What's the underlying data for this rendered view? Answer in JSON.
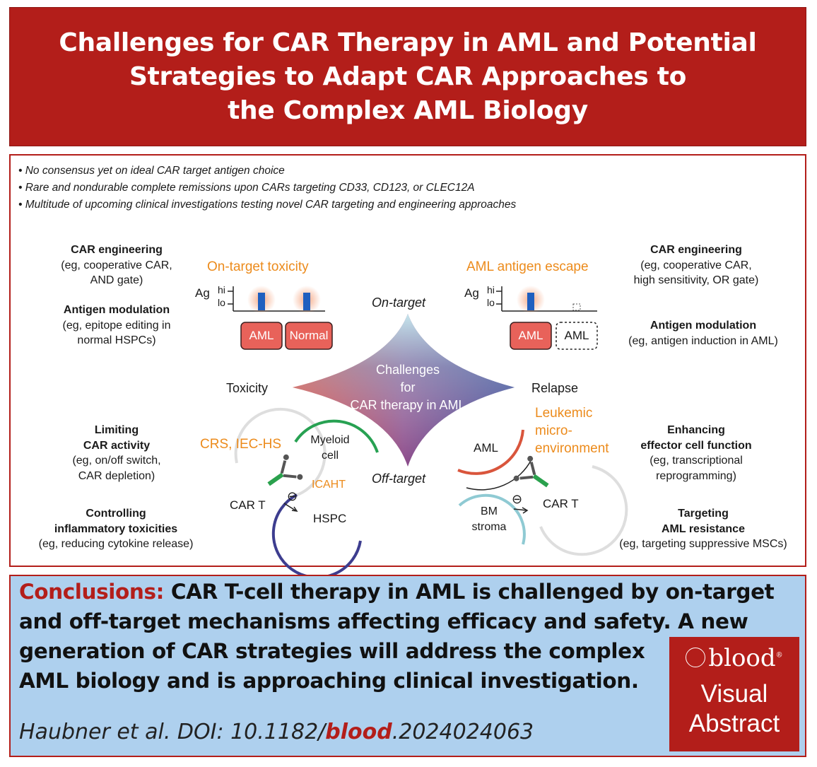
{
  "title": {
    "line1": "Challenges for CAR Therapy in AML and Potential",
    "line2": "Strategies to Adapt CAR Approaches to",
    "line3": "the Complex AML Biology"
  },
  "bullets": [
    "No consensus yet on ideal CAR target antigen choice",
    "Rare and nondurable complete remissions upon CARs targeting CD33, CD123, or CLEC12A",
    "Multitude of upcoming clinical investigations testing novel CAR targeting and engineering approaches"
  ],
  "left_strategies": [
    {
      "heading": "CAR engineering",
      "detail1": "(eg, cooperative CAR,",
      "detail2": "AND gate)"
    },
    {
      "heading": "Antigen modulation",
      "detail1": "(eg, epitope editing in",
      "detail2": "normal HSPCs)"
    },
    {
      "heading1": "Limiting",
      "heading2": "CAR activity",
      "detail1": "(eg, on/off switch,",
      "detail2": "CAR depletion)"
    },
    {
      "heading1": "Controlling",
      "heading2": "inflammatory toxicities",
      "detail1": "(eg, reducing cytokine release)"
    }
  ],
  "right_strategies": [
    {
      "heading": "CAR engineering",
      "detail1": "(eg, cooperative CAR,",
      "detail2": "high sensitivity, OR gate)"
    },
    {
      "heading": "Antigen modulation",
      "detail1": "(eg, antigen induction in AML)"
    },
    {
      "heading1": "Enhancing",
      "heading2": "effector cell function",
      "detail1": "(eg, transcriptional",
      "detail2": "reprogramming)"
    },
    {
      "heading1": "Targeting",
      "heading2": "AML resistance",
      "detail1": "(eg, targeting suppressive MSCs)"
    }
  ],
  "diagram": {
    "on_target": "On-target",
    "off_target": "Off-target",
    "toxicity": "Toxicity",
    "relapse": "Relapse",
    "center_line1": "Challenges",
    "center_line2": "for",
    "center_line3": "CAR therapy in AML",
    "on_target_toxicity": "On-target toxicity",
    "antigen_escape": "AML antigen escape",
    "ag": "Ag",
    "hi": "hi",
    "lo": "lo",
    "aml": "AML",
    "normal": "Normal",
    "crs": "CRS, IEC-HS",
    "icaht": "ICAHT",
    "myeloid1": "Myeloid",
    "myeloid2": "cell",
    "hspc": "HSPC",
    "car_t": "CAR T",
    "leukemic1": "Leukemic",
    "leukemic2": "micro-",
    "leukemic3": "environment",
    "bm1": "BM",
    "bm2": "stroma",
    "minus": "⊖"
  },
  "conclusion": {
    "label": "Conclusions:",
    "line1": "CAR T-cell therapy in AML is challenged by on-target",
    "line2": "and off-target mechanisms affecting efficacy and safety. A new",
    "line3": "generation of CAR strategies will address the complex",
    "line4": "AML biology and is approaching clinical investigation."
  },
  "citation": {
    "prefix": "Haubner et al. DOI: 10.1182/",
    "journal": "blood",
    "suffix": ".2024024063"
  },
  "badge": {
    "logo": "blood",
    "line1": "Visual",
    "line2": "Abstract"
  },
  "colors": {
    "brand_red": "#b31e1a",
    "conclusion_bg": "#aed0ee",
    "orange": "#ec8b1c",
    "aml_box": "#e8625a",
    "bar_blue": "#1f5fbf",
    "myeloid_green": "#27a152",
    "hspc_purple": "#3d3d8f",
    "aml_arc": "#d9553c",
    "stroma_teal": "#8fcad3"
  }
}
